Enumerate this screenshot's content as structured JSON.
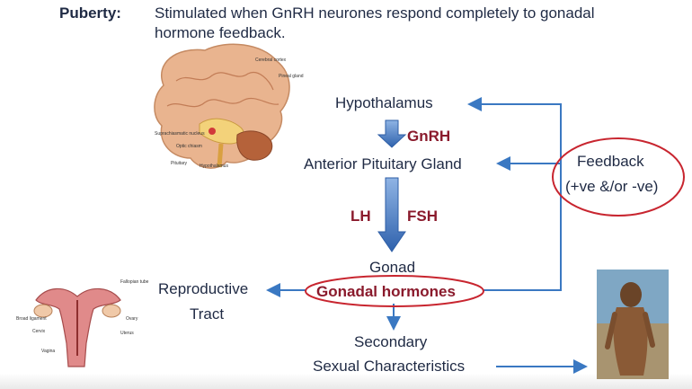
{
  "heading": {
    "label": "Puberty:",
    "text_line1": "Stimulated when GnRH neurones respond completely to gonadal",
    "text_line2": "hormone feedback."
  },
  "flow": {
    "hypothalamus": "Hypothalamus",
    "gnrh": "GnRH",
    "anterior_pituitary": "Anterior Pituitary Gland",
    "lh": "LH",
    "fsh": "FSH",
    "gonad": "Gonad",
    "gonadal_hormones": "Gonadal hormones",
    "reproductive_tract_line1": "Reproductive",
    "reproductive_tract_line2": "Tract",
    "secondary_line1": "Secondary",
    "secondary_line2": "Sexual Characteristics",
    "feedback_line1": "Feedback",
    "feedback_line2": "(+ve &/or -ve)"
  },
  "brain_labels": {
    "cerebral_cortex": "Cerebral cortex",
    "pineal_gland": "Pineal gland",
    "suprachiasmatic": "Suprachiasmatic nucleus",
    "optic_chiasm": "Optic chiasm",
    "pituitary": "Pituitary",
    "hypothalamus": "Hypothalamus"
  },
  "uterus_labels": {
    "fallopian_tube": "Fallopian tube",
    "broad_ligament": "Broad ligament",
    "ovary": "Ovary",
    "cervix": "Cervix",
    "uterus": "Uterus",
    "vagina": "Vagina"
  },
  "colors": {
    "text": "#1f2a44",
    "hormone": "#8a1a2c",
    "arrow_blue": "#3e6fb5",
    "connector": "#3a78c2",
    "ellipse": "#c8252f"
  }
}
